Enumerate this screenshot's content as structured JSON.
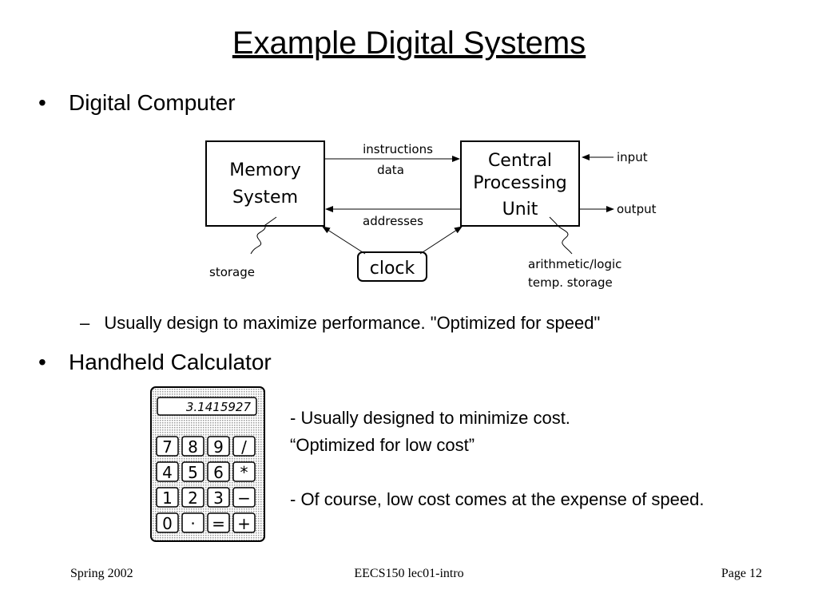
{
  "slide": {
    "title": "Example Digital Systems",
    "bullets": [
      {
        "text": "Digital Computer"
      },
      {
        "text": "Handheld Calculator"
      }
    ],
    "sub_bullet": {
      "dash": "–",
      "text": "Usually design to maximize performance. \"Optimized for speed\""
    },
    "bullet_glyph": "•"
  },
  "diagram": {
    "memory_box": [
      "Memory",
      "System"
    ],
    "cpu_box": [
      "Central",
      "Processing",
      "Unit"
    ],
    "labels": {
      "instructions": "instructions",
      "data": "data",
      "addresses": "addresses",
      "clock": "clock",
      "input": "input",
      "output": "output",
      "storage": "storage",
      "arith_line1": "arithmetic/logic",
      "arith_line2": "temp. storage"
    }
  },
  "calculator": {
    "display": "3.1415927",
    "keys": [
      [
        "7",
        "8",
        "9",
        "/"
      ],
      [
        "4",
        "5",
        "6",
        "*"
      ],
      [
        "1",
        "2",
        "3",
        "−"
      ],
      [
        "0",
        "·",
        "=",
        "+"
      ]
    ]
  },
  "calc_description": {
    "line1": "- Usually designed to minimize cost.",
    "line2": "“Optimized for low cost”",
    "line3": "- Of course, low cost comes at the expense of speed."
  },
  "footer": {
    "left": "Spring 2002",
    "center": "EECS150 lec01-intro",
    "right": "Page 12"
  }
}
